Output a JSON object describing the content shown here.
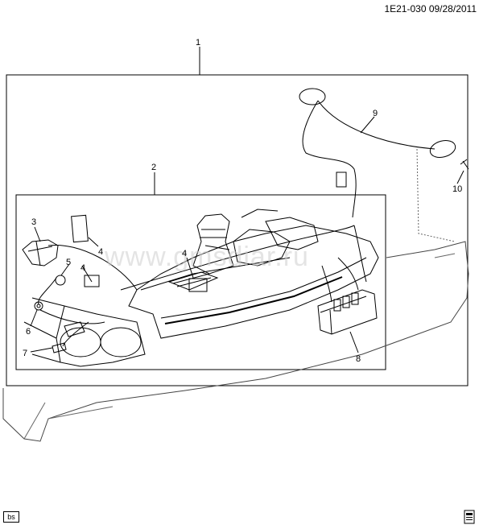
{
  "header": {
    "ref": "1E21-030  09/28/2011"
  },
  "watermark": "www.gmsdiar.ru",
  "callouts": [
    "1",
    "2",
    "3",
    "4",
    "4",
    "4",
    "5",
    "6",
    "7",
    "8",
    "9",
    "10"
  ],
  "footer": {
    "badge": "bs"
  },
  "icons": {
    "corner": "document-stack-icon"
  }
}
